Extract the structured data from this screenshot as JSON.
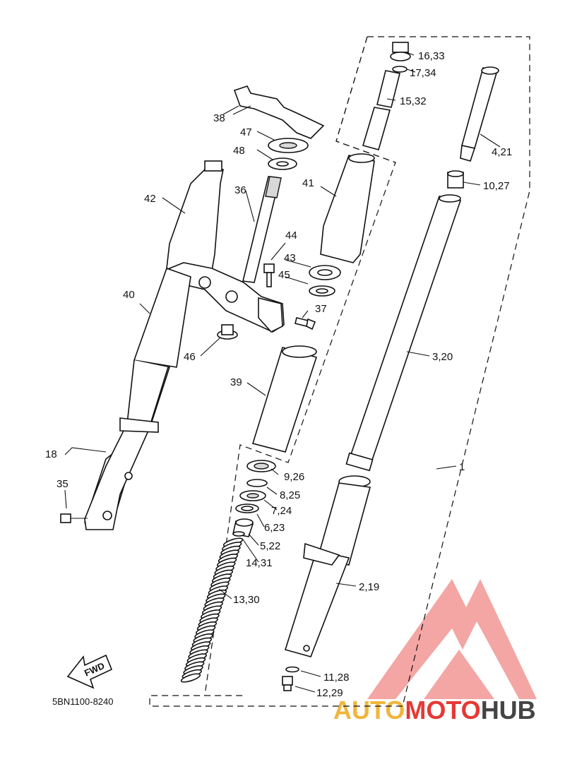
{
  "diagram_code": "5BN1100-8240",
  "fwd_label": "FWD",
  "watermark": {
    "auto": "AUTO",
    "moto": "MOTO",
    "hub": "HUB",
    "color_auto": "#f0b63c",
    "color_moto": "#e53935",
    "color_hub": "#444444"
  },
  "callouts": {
    "c1": "1",
    "c2_19": "2,19",
    "c3_20": "3,20",
    "c4_21": "4,21",
    "c5_22": "5,22",
    "c6_23": "6,23",
    "c7_24": "7,24",
    "c8_25": "8,25",
    "c9_26": "9,26",
    "c10_27": "10,27",
    "c11_28": "11,28",
    "c12_29": "12,29",
    "c13_30": "13,30",
    "c14_31": "14,31",
    "c15_32": "15,32",
    "c16_33": "16,33",
    "c17_34": "17,34",
    "c18": "18",
    "c35": "35",
    "c36": "36",
    "c37": "37",
    "c38": "38",
    "c39": "39",
    "c40": "40",
    "c41": "41",
    "c42": "42",
    "c43": "43",
    "c44": "44",
    "c45": "45",
    "c46": "46",
    "c47": "47",
    "c48": "48"
  }
}
